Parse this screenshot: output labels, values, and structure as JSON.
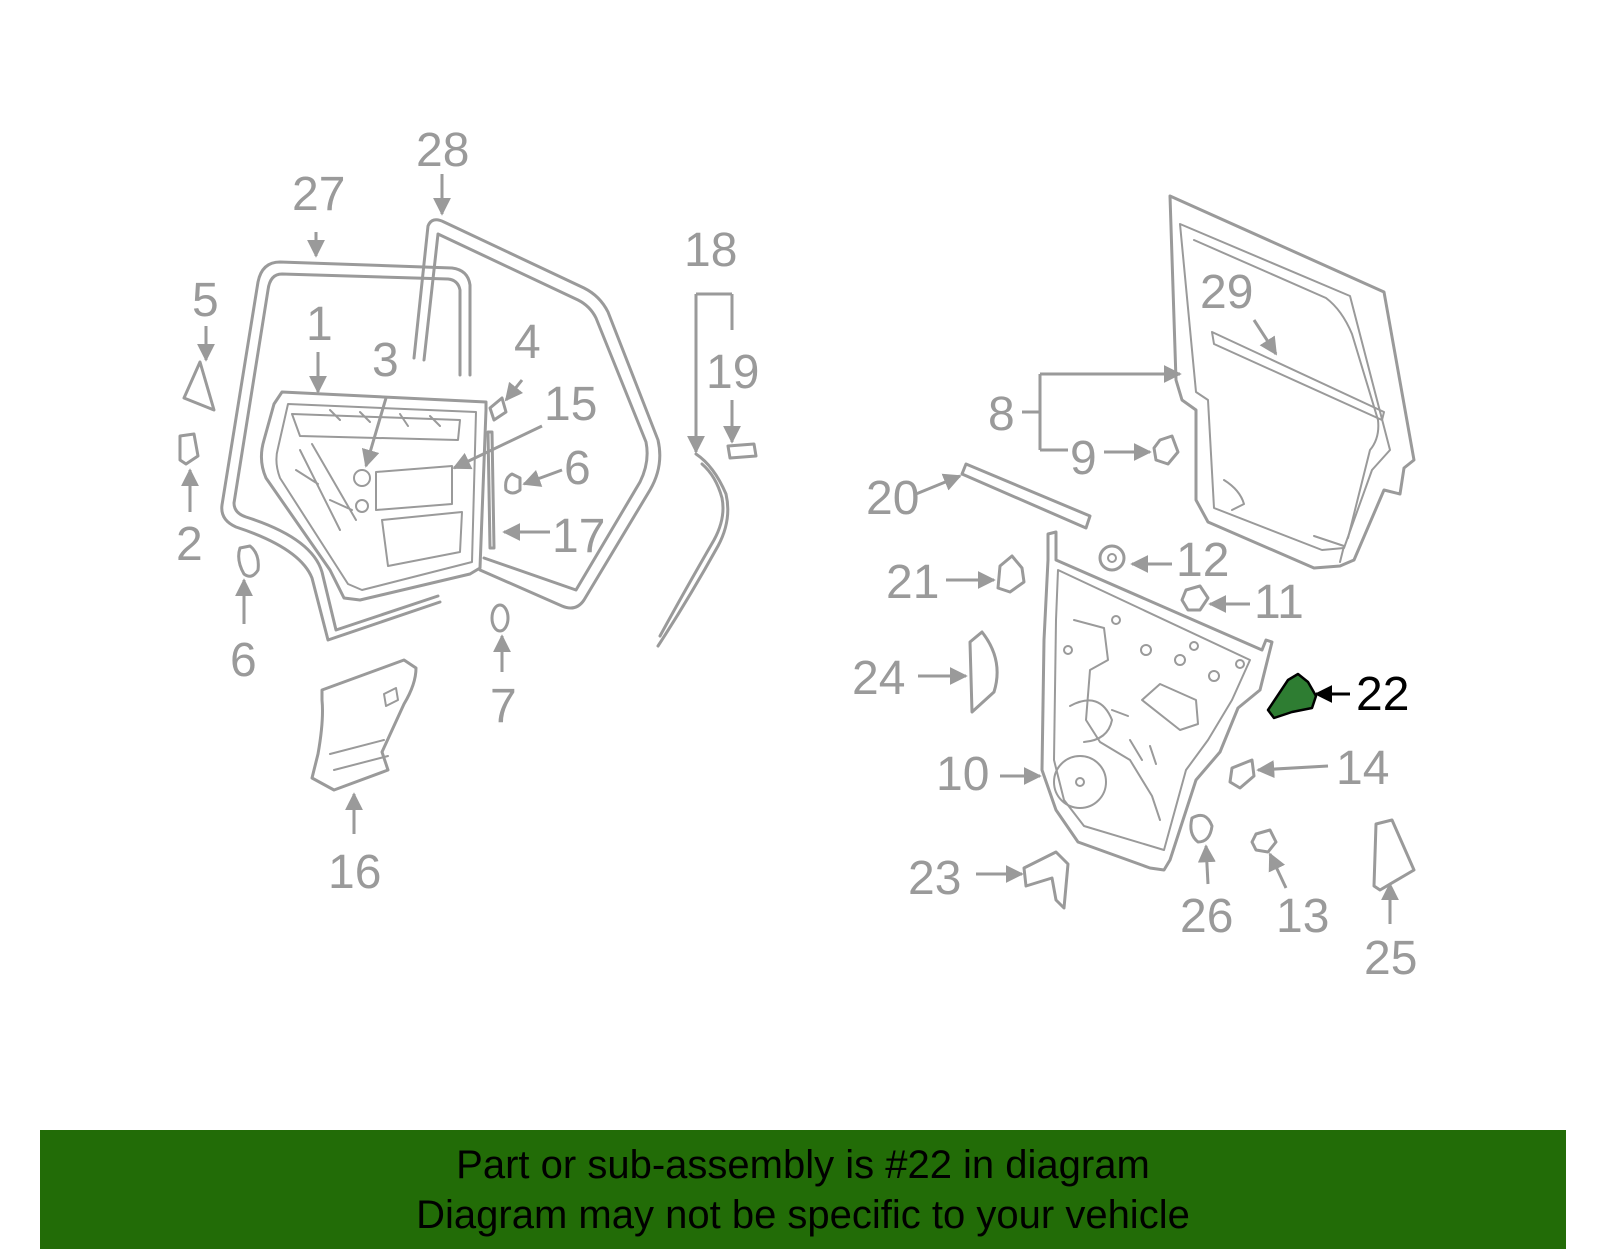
{
  "diagram": {
    "callouts": [
      "1",
      "2",
      "3",
      "4",
      "5",
      "6",
      "6",
      "7",
      "8",
      "9",
      "10",
      "11",
      "12",
      "13",
      "14",
      "15",
      "16",
      "17",
      "18",
      "19",
      "20",
      "21",
      "22",
      "23",
      "24",
      "25",
      "26",
      "27",
      "28",
      "29"
    ],
    "highlighted_callout": "22",
    "highlight_color": "#2e7d32",
    "line_color": "#9a9a9a"
  },
  "banner": {
    "line1": "Part or sub-assembly is #22 in diagram",
    "line2": "Diagram may not be specific to your vehicle",
    "background_color": "#226c07"
  }
}
